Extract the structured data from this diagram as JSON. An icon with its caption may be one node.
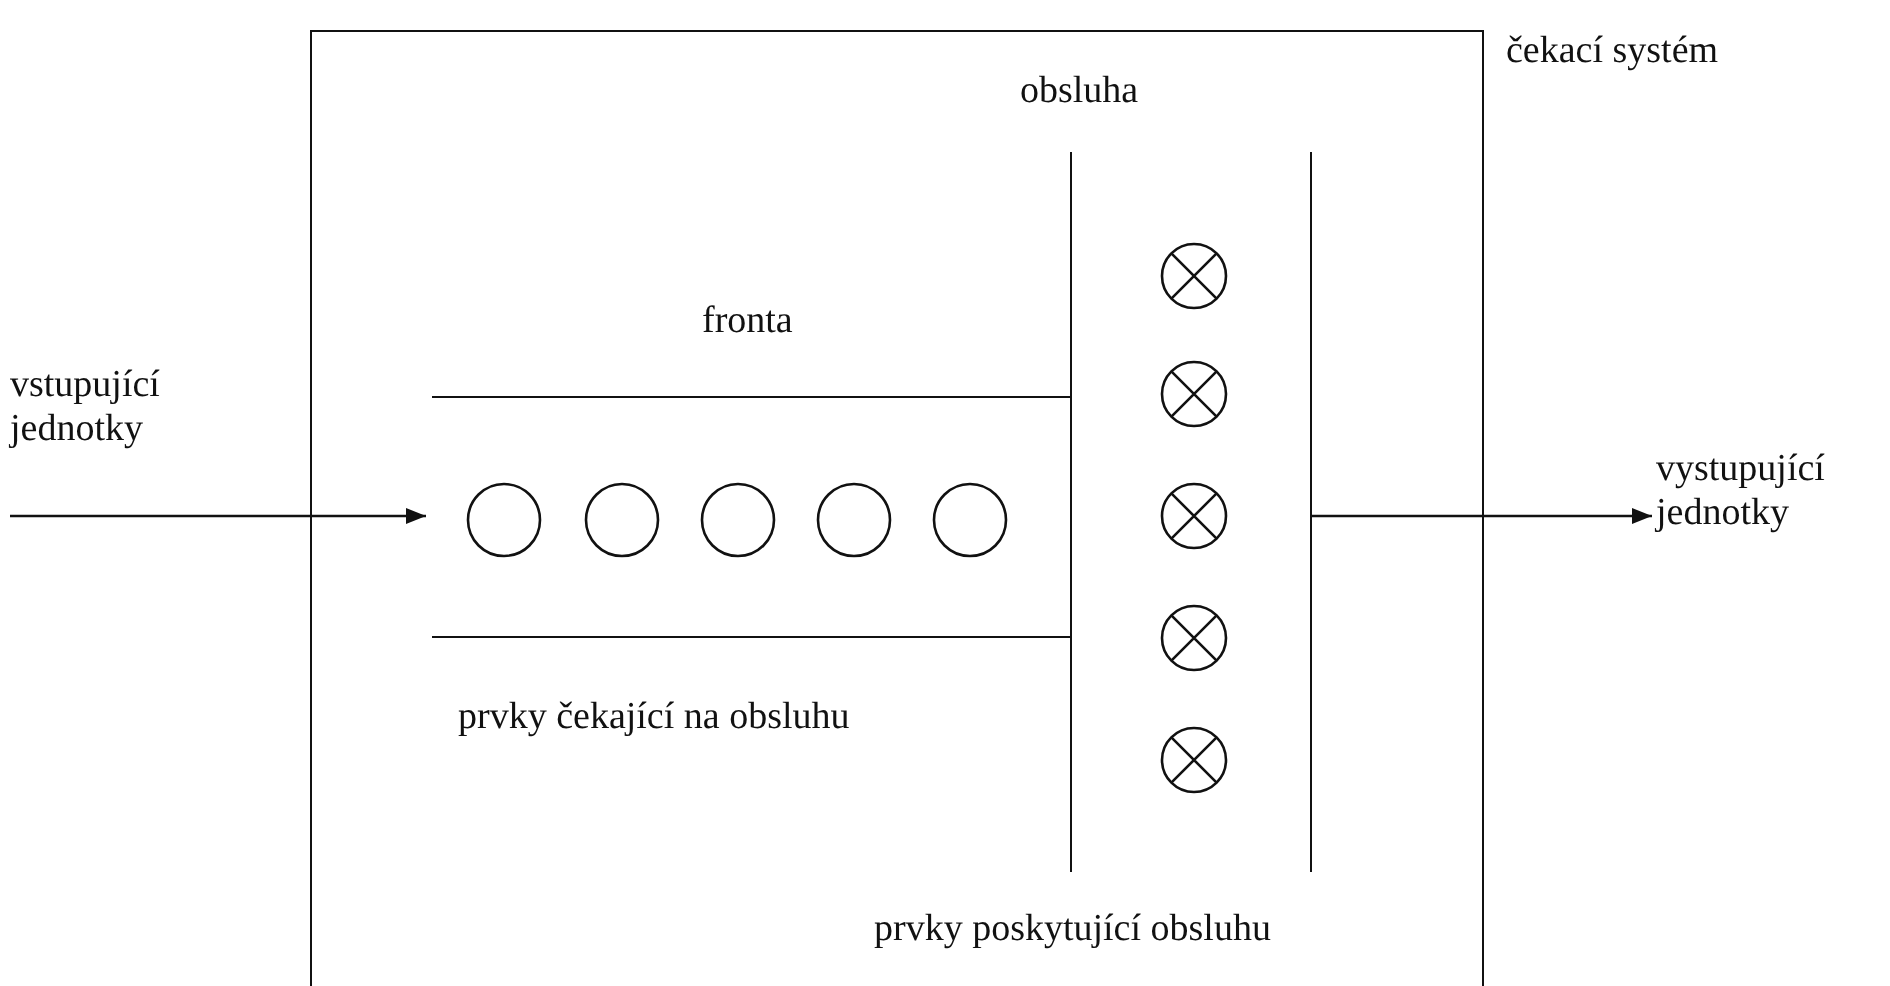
{
  "diagram": {
    "nodes": [
      {
        "text": [
          "čekací systém"
        ]
      },
      {
        "text": [
          "fronta",
          "prvky čekající na obsluhu"
        ],
        "in": 0
      },
      {
        "text": [],
        "shape": "circle",
        "in": 1
      },
      {
        "text": [],
        "shape": "circle",
        "in": 1
      },
      {
        "text": [],
        "shape": "circle",
        "in": 1
      },
      {
        "text": [],
        "shape": "circle",
        "in": 1
      },
      {
        "text": [],
        "shape": "circle",
        "in": 1
      },
      {
        "text": [
          "obsluha"
        ],
        "in": 0
      },
      {
        "text": [],
        "shape": "crossed-circle",
        "in": 7
      },
      {
        "text": [],
        "shape": "crossed-circle",
        "in": 7
      },
      {
        "text": [],
        "shape": "crossed-circle",
        "in": 7
      },
      {
        "text": [],
        "shape": "crossed-circle",
        "in": 7
      },
      {
        "text": [],
        "shape": "crossed-circle",
        "in": 7
      },
      {
        "text": [
          "vstupující jednotky"
        ]
      },
      {
        "text": [
          "vystupující jednotky"
        ]
      }
    ],
    "edges": [
      {
        "from": 13,
        "to": 1,
        "arrow": "to"
      },
      {
        "from": 7,
        "to": 14,
        "arrow": "to"
      }
    ],
    "labels": [
      "prvky poskytující obsluhu"
    ]
  }
}
